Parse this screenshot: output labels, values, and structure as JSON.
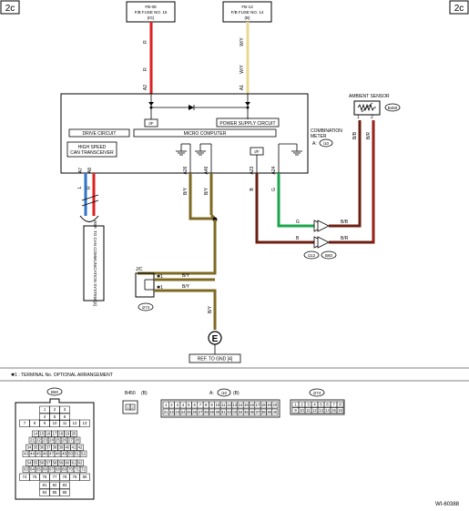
{
  "page_tag_left": "2c",
  "page_tag_right": "2c",
  "fuse1": {
    "line1": "FB-08",
    "line2": "F/B FUSE NO. 15",
    "line3": "(IG)"
  },
  "fuse2": {
    "line1": "FB-13",
    "line2": "F/B FUSE NO. 14",
    "line3": "(B)"
  },
  "wire_colors": {
    "red": "#dd2020",
    "yellow": "#e8d890",
    "green": "#1aa64a",
    "brown": "#6b1f10",
    "olive": "#7d6a22",
    "blue": "#2f74c8"
  },
  "wires": {
    "fuse1_wire": "R",
    "fuse2_wire": "W/Y",
    "can_l": "L",
    "can_r": "R",
    "a26_wire": "B/Y",
    "a46_wire": "B/Y",
    "a23_wire": "B",
    "a24_wire": "G",
    "sensor_g": "G",
    "sensor_bb": "B/B",
    "sensor_b": "B",
    "sensor_br": "B/R",
    "sensor_pin1": "B/B",
    "sensor_pin2": "B/R",
    "jc_top": "B/Y",
    "jc_bottom": "B/Y",
    "ground": "B/Y"
  },
  "pins": {
    "a2": "A2",
    "a1": "A1",
    "a7": "A7",
    "a8": "A8",
    "a26": "A26",
    "a46": "A46",
    "a23": "A23",
    "a24": "A24",
    "sensor1": "1",
    "sensor2": "2"
  },
  "meter": {
    "ip1": "I/F",
    "ip2": "I/F",
    "power_supply": "POWER SUPPLY CIRCUIT",
    "drive_circuit": "DRIVE CIRCUIT",
    "micro_computer": "MICRO COMPUTER",
    "can_line1": "HIGH SPEED",
    "can_line2": "CAN TRANSCEIVER",
    "label_line1": "COMBINATION",
    "label_line2": "METER",
    "label_code": "A:",
    "label_conn": "i10"
  },
  "ambient_sensor": {
    "label": "AMBIENT SENSOR",
    "connector": "B450"
  },
  "connectors_mid": {
    "c1": "i112",
    "c2": "B60"
  },
  "can_ref": "REF. TO CAN COMMUNICATION SYSTEM [4]",
  "joint": {
    "label": "J/C",
    "star": "✱1",
    "connector": "i274"
  },
  "ground": {
    "symbol": "E",
    "ref": "REF. TO GND [4]"
  },
  "footnote": "✱1 : TERMINAL No. OPTIONAL ARRANGEMENT",
  "b60_title": "B60",
  "b60_rows": [
    [
      "1",
      "2",
      "3"
    ],
    [
      "4",
      "5",
      "6"
    ],
    [
      "7",
      "8",
      "9",
      "10",
      "11",
      "12",
      "13"
    ],
    [
      "14",
      "15",
      "16",
      "17",
      "18",
      "19",
      "20"
    ],
    [
      "21",
      "22",
      "23",
      "24",
      "25",
      "26",
      "27",
      "28"
    ],
    [
      "34",
      "35",
      "36",
      "37",
      "38",
      "39",
      "40",
      "41",
      "42"
    ],
    [
      "43",
      "44",
      "45",
      "46",
      "47",
      "48",
      "49",
      "50",
      "51",
      "52"
    ],
    [
      "54",
      "55",
      "56",
      "57",
      "58",
      "59",
      "60",
      "61",
      "62"
    ],
    [
      "63",
      "64",
      "65",
      "66",
      "67",
      "68",
      "69",
      "70",
      "71",
      "72"
    ],
    [
      "74",
      "75",
      "76",
      "77",
      "78",
      "79",
      "80"
    ],
    [
      "81",
      "82",
      "83"
    ],
    [
      "84",
      "85",
      "86"
    ]
  ],
  "b450_title": "B450",
  "b450_suffix": "(B)",
  "b450_pins": [
    "1",
    "2"
  ],
  "i10_prefix": "A:",
  "i10_title": "i10",
  "i10_suffix": "(B)",
  "i10_row1": [
    "1",
    "2",
    "3",
    "4",
    "5",
    "6",
    "7",
    "8",
    "9",
    "10",
    "11",
    "12",
    "13",
    "14",
    "15",
    "16",
    "17",
    "18",
    "19",
    "20"
  ],
  "i10_row2": [
    "21",
    "22",
    "23",
    "24",
    "25",
    "26",
    "27",
    "28",
    "29",
    "30",
    "31",
    "32",
    "33",
    "34",
    "35",
    "36",
    "37",
    "38",
    "39",
    "40"
  ],
  "i274_title": "i274",
  "i274_row1": [
    "1",
    "2",
    "3",
    "4",
    "5",
    "6",
    "7",
    "8"
  ],
  "i274_row2": [
    "9",
    "10",
    "11",
    "12",
    "13",
    "14",
    "15",
    "16"
  ],
  "figure_code": "WI-60388"
}
